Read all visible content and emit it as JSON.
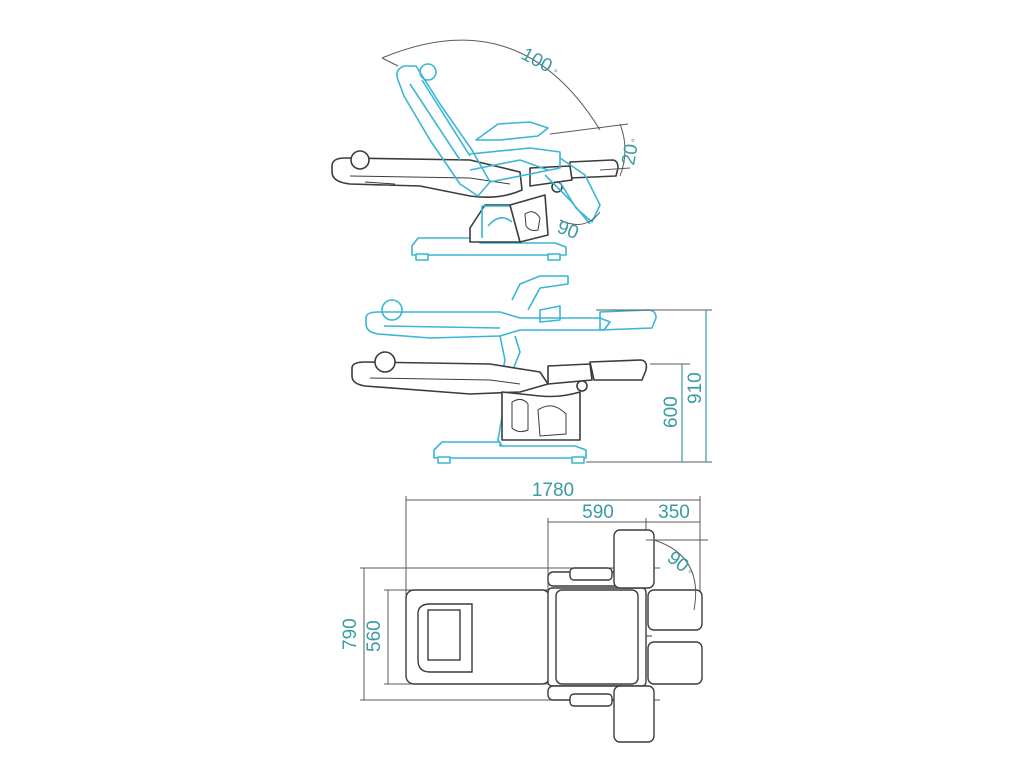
{
  "view_recline": {
    "angle_backrest": "100",
    "angle_leg": "20",
    "angle_foot": "90",
    "degree_symbol": "°"
  },
  "view_height": {
    "height_min": "600",
    "height_max": "910"
  },
  "view_plan": {
    "length_total": "1780",
    "length_seat": "590",
    "length_foot": "350",
    "angle_foot": "90",
    "degree_symbol": "°",
    "width_total": "790",
    "width_seat": "560"
  },
  "colors": {
    "dimension_text": "#3a9ba3",
    "outline_dark": "#3c3c3c",
    "outline_blue": "#39b6d6"
  }
}
